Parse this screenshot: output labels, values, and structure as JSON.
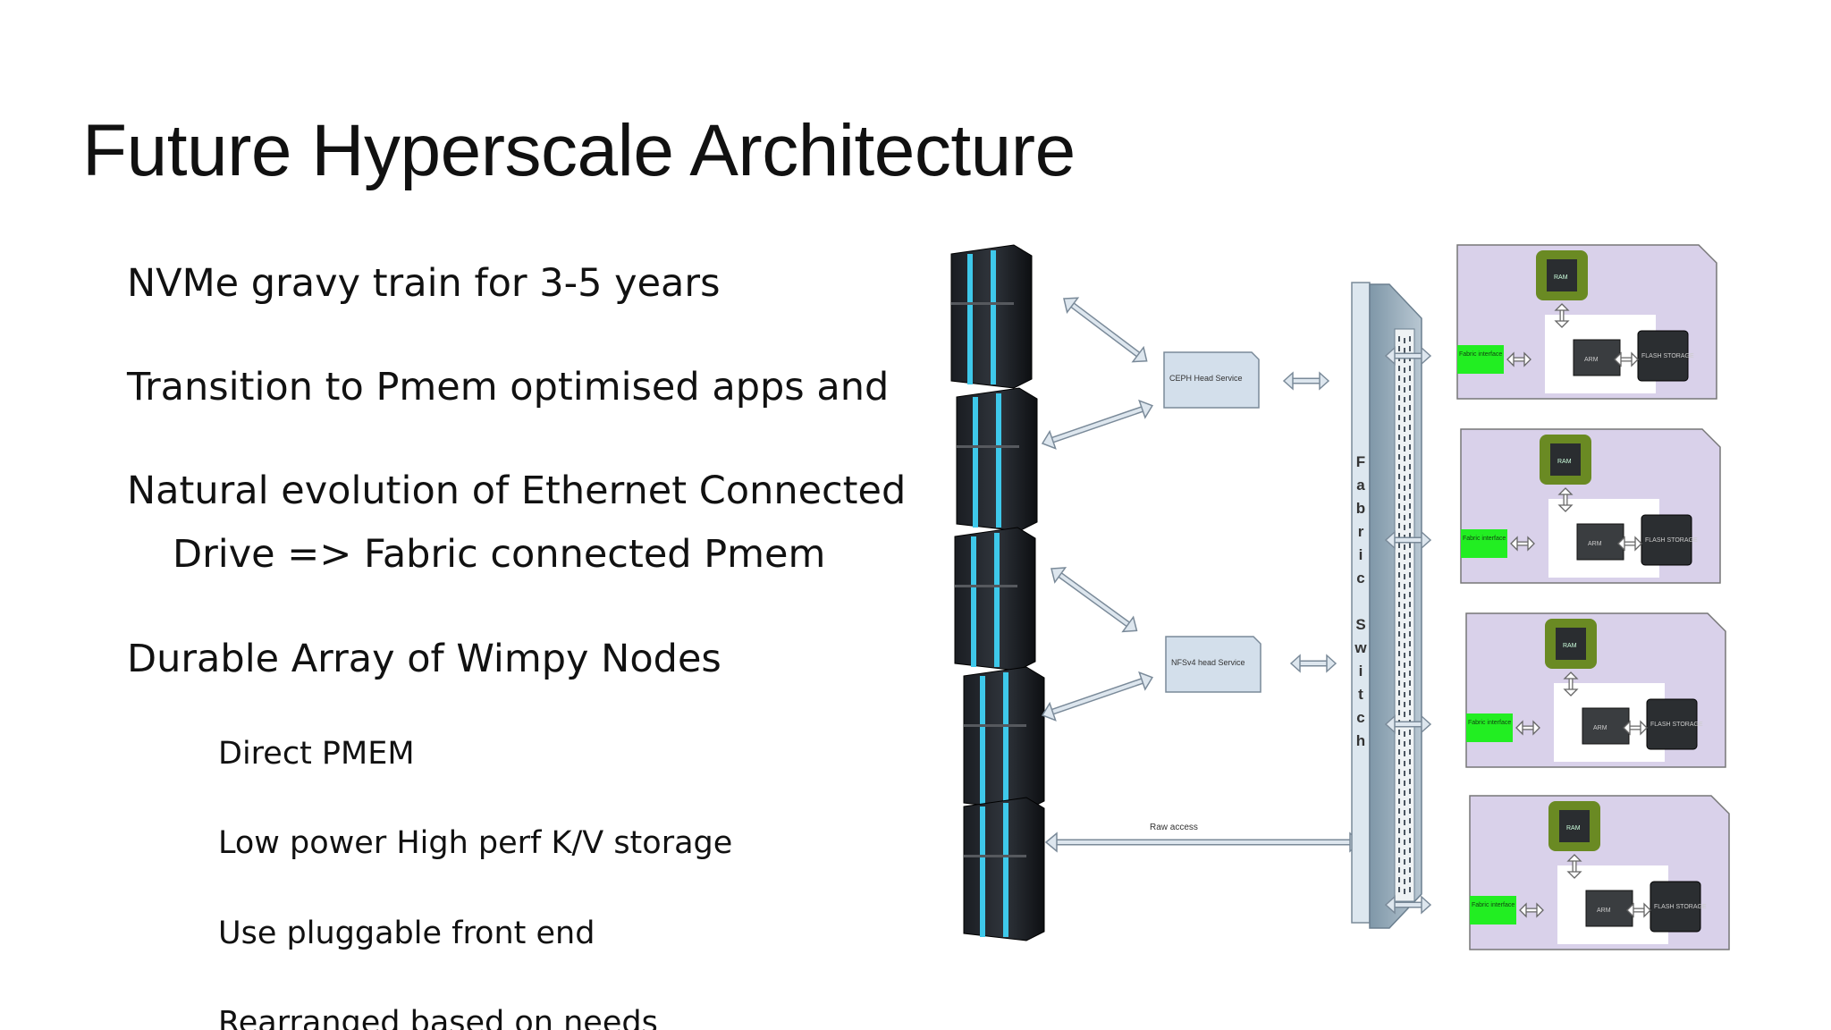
{
  "slide": {
    "title": "Future Hyperscale Architecture",
    "bullets": [
      "NVMe gravy train for 3-5 years",
      "Transition to Pmem optimised apps and",
      "Natural evolution of Ethernet Connected",
      "Drive => Fabric connected Pmem",
      "Durable Array of Wimpy Nodes"
    ],
    "subbullets": [
      "Direct PMEM",
      "Low power High perf K/V storage",
      "Use pluggable front end",
      "Rearranged based on needs"
    ]
  },
  "diagram": {
    "services": [
      "CEPH Head Service",
      "NFSv4 head Service"
    ],
    "raw_access_label": "Raw access",
    "fabric_switch_letters": [
      "F",
      "a",
      "b",
      "r",
      "i",
      "c",
      "S",
      "w",
      "i",
      "t",
      "c",
      "h"
    ],
    "node_labels": {
      "fabric": "Fabric interface",
      "chip": "RAM",
      "cpu": "ARM",
      "flash": "FLASH STORAGE"
    },
    "colors": {
      "node_panel": "#d9d1ea",
      "fabric_green": "#22ee22",
      "chip_olive": "#6a8a23",
      "server_blue": "#3ec8ea"
    }
  }
}
